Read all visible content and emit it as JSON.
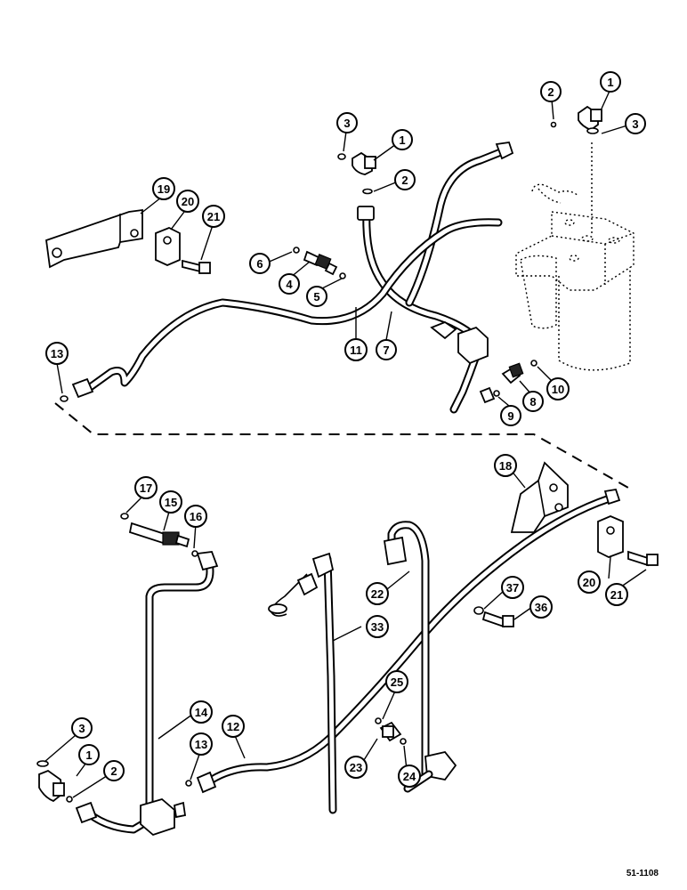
{
  "callouts": [
    {
      "id": "c1a",
      "label": "1"
    },
    {
      "id": "c2a",
      "label": "2"
    },
    {
      "id": "c3a",
      "label": "3"
    },
    {
      "id": "c3b",
      "label": "3"
    },
    {
      "id": "c1b",
      "label": "1"
    },
    {
      "id": "c2b",
      "label": "2"
    },
    {
      "id": "c19",
      "label": "19"
    },
    {
      "id": "c20a",
      "label": "20"
    },
    {
      "id": "c21a",
      "label": "21"
    },
    {
      "id": "c6",
      "label": "6"
    },
    {
      "id": "c4",
      "label": "4"
    },
    {
      "id": "c5",
      "label": "5"
    },
    {
      "id": "c11",
      "label": "11"
    },
    {
      "id": "c7",
      "label": "7"
    },
    {
      "id": "c13a",
      "label": "13"
    },
    {
      "id": "c9",
      "label": "9"
    },
    {
      "id": "c8",
      "label": "8"
    },
    {
      "id": "c10",
      "label": "10"
    },
    {
      "id": "c18",
      "label": "18"
    },
    {
      "id": "c17",
      "label": "17"
    },
    {
      "id": "c15",
      "label": "15"
    },
    {
      "id": "c16",
      "label": "16"
    },
    {
      "id": "c22",
      "label": "22"
    },
    {
      "id": "c37",
      "label": "37"
    },
    {
      "id": "c36",
      "label": "36"
    },
    {
      "id": "c20b",
      "label": "20"
    },
    {
      "id": "c21b",
      "label": "21"
    },
    {
      "id": "c33",
      "label": "33"
    },
    {
      "id": "c25",
      "label": "25"
    },
    {
      "id": "c14",
      "label": "14"
    },
    {
      "id": "c12",
      "label": "12"
    },
    {
      "id": "c3c",
      "label": "3"
    },
    {
      "id": "c1c",
      "label": "1"
    },
    {
      "id": "c2c",
      "label": "2"
    },
    {
      "id": "c13b",
      "label": "13"
    },
    {
      "id": "c23",
      "label": "23"
    },
    {
      "id": "c24",
      "label": "24"
    }
  ],
  "figure_ref": "51-1108"
}
